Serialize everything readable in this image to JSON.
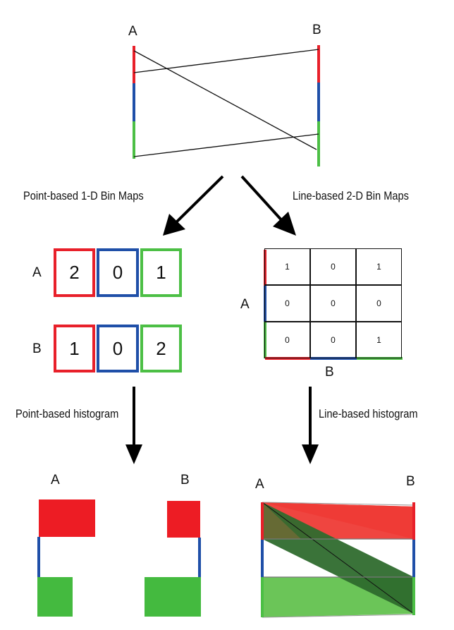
{
  "colors": {
    "red": "#e8202a",
    "blue": "#1f4fa8",
    "green": "#4cbf45"
  },
  "top": {
    "axis_a": "A",
    "axis_b": "B"
  },
  "captions": {
    "point_bins": "Point-based 1-D Bin Maps",
    "line_bins": "Line-based 2-D Bin Maps",
    "point_hist": "Point-based histogram",
    "line_hist": "Line-based histogram"
  },
  "point_bins": {
    "a_label": "A",
    "b_label": "B",
    "a_values": [
      "2",
      "0",
      "1"
    ],
    "b_values": [
      "1",
      "0",
      "2"
    ]
  },
  "line_bins": {
    "row_label": "A",
    "col_label": "B",
    "cells": [
      [
        "1",
        "0",
        "1"
      ],
      [
        "0",
        "0",
        "0"
      ],
      [
        "0",
        "0",
        "1"
      ]
    ]
  },
  "point_hist": {
    "axis_a": "A",
    "axis_b": "B"
  },
  "line_hist": {
    "axis_a": "A",
    "axis_b": "B"
  }
}
